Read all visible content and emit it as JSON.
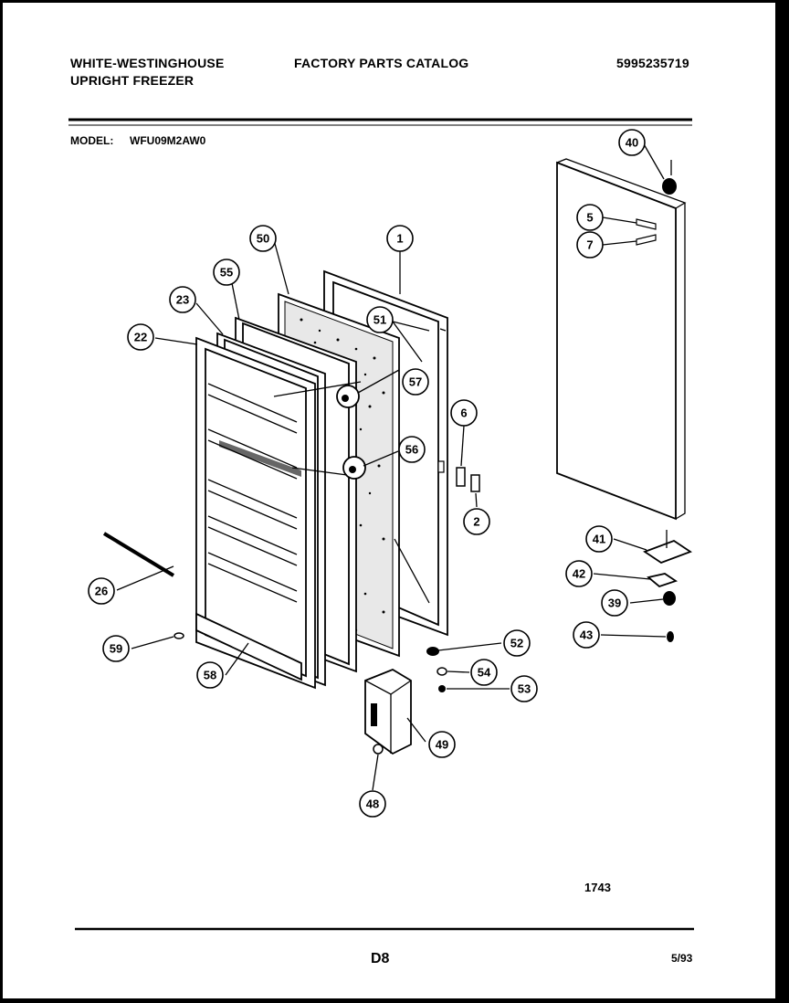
{
  "header": {
    "brand_line1": "WHITE-WESTINGHOUSE",
    "brand_line2": "UPRIGHT FREEZER",
    "catalog_title": "FACTORY PARTS CATALOG",
    "catalog_number": "5995235719"
  },
  "model": {
    "label": "MODEL:",
    "value": "WFU09M2AW0"
  },
  "callouts": [
    "40",
    "5",
    "7",
    "50",
    "1",
    "55",
    "23",
    "51",
    "22",
    "57",
    "6",
    "56",
    "2",
    "41",
    "42",
    "26",
    "39",
    "43",
    "52",
    "59",
    "54",
    "58",
    "53",
    "49",
    "48"
  ],
  "footer": {
    "drawing_number": "1743",
    "page_code": "D8",
    "date": "5/93"
  }
}
